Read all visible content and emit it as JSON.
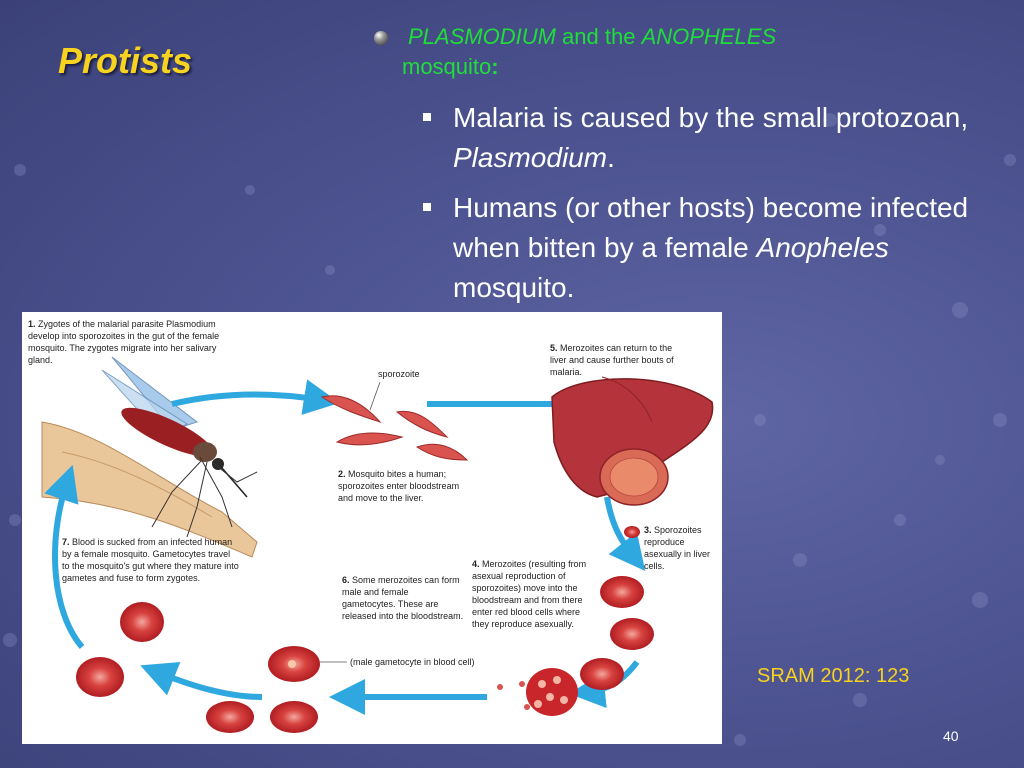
{
  "slide": {
    "title": "Protists",
    "bullet": {
      "part1": "PLASMODIUM",
      "part2": " and the ",
      "part3": "ANOPHELES",
      "part4": " mosquito",
      "part5": ":"
    },
    "sub_bullets": [
      {
        "pre": " Malaria is caused by the small protozoan, ",
        "emph": "Plasmodium",
        "post": "."
      },
      {
        "pre": "Humans (or other hosts) become infected when bitten by a female ",
        "emph": "Anopheles",
        "post": " mosquito."
      }
    ],
    "source": "SRAM 2012: 123",
    "page_number": "40"
  },
  "figure": {
    "label_sporozoite": "sporozoite",
    "label_male_gametocyte": "(male gametocyte in blood cell)",
    "steps": {
      "s1": {
        "num": "1.",
        "text": "Zygotes of the malarial parasite Plasmodium develop into sporozoites in the gut of the female mosquito. The zygotes migrate into her salivary gland."
      },
      "s2": {
        "num": "2.",
        "text": "Mosquito bites a human; sporozoites enter bloodstream and move to the liver."
      },
      "s3": {
        "num": "3.",
        "text": "Sporozoites reproduce asexually in liver cells."
      },
      "s4": {
        "num": "4.",
        "text": "Merozoites (resulting from asexual reproduction of sporozoites) move into the bloodstream and from there enter red blood cells where they reproduce asexually."
      },
      "s5": {
        "num": "5.",
        "text": "Merozoites can return to the liver and cause further bouts of malaria."
      },
      "s6": {
        "num": "6.",
        "text": "Some merozoites can form male and female gametocytes. These are released into the bloodstream."
      },
      "s7": {
        "num": "7.",
        "text": "Blood is sucked from an infected human by a female mosquito. Gametocytes travel to the mosquito's gut where they mature into gametes and fuse to form zygotes."
      }
    }
  },
  "colors": {
    "title": "#f7d21f",
    "bullet": "#1fde3a",
    "arrow": "#2fa8e0",
    "cell": "#c8262a"
  }
}
